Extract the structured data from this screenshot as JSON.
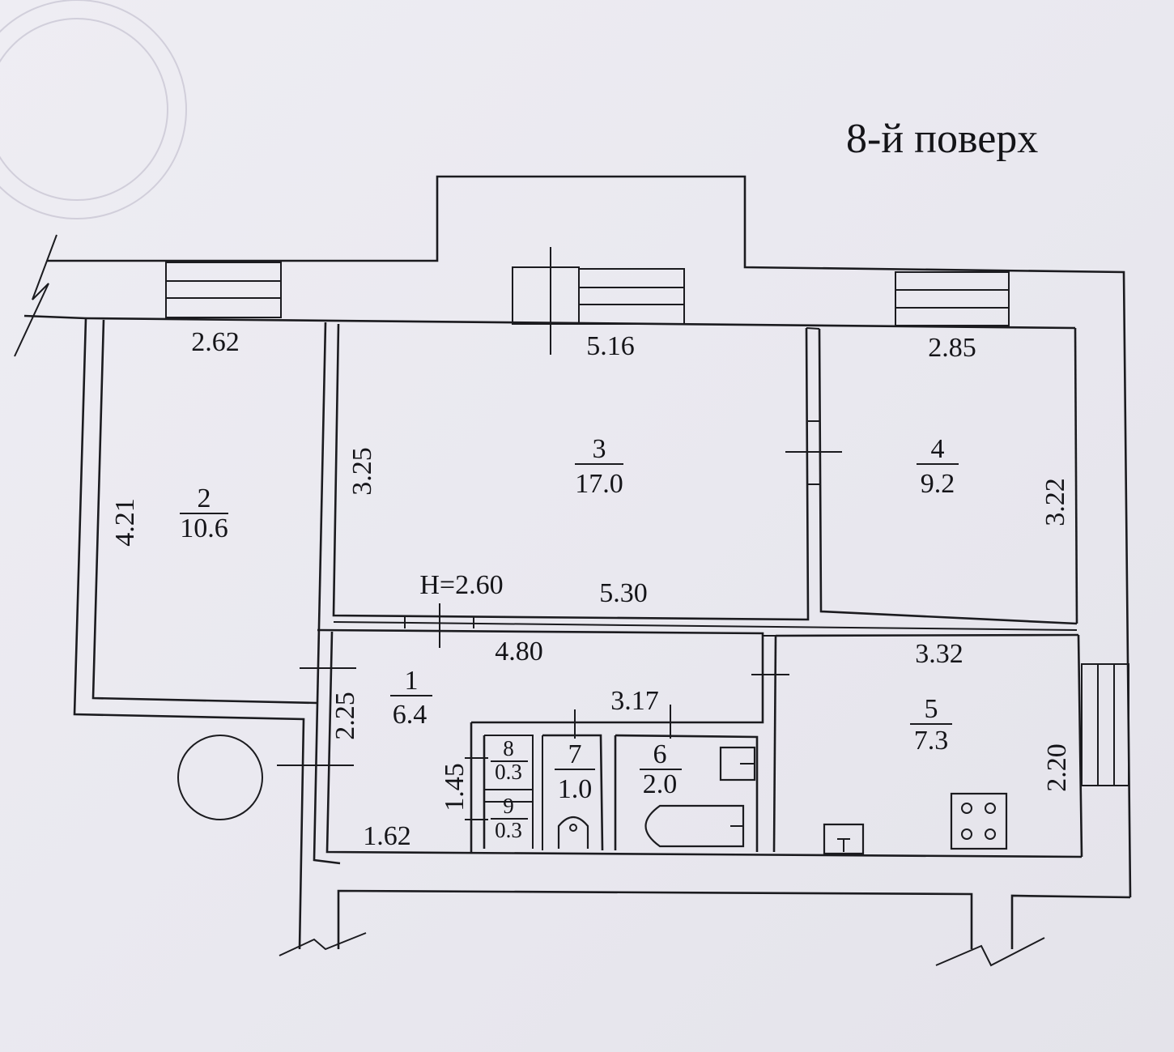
{
  "title": "8-й поверх",
  "rooms": [
    {
      "id": "1",
      "area": "6.4"
    },
    {
      "id": "2",
      "area": "10.6"
    },
    {
      "id": "3",
      "area": "17.0"
    },
    {
      "id": "4",
      "area": "9.2"
    },
    {
      "id": "5",
      "area": "7.3"
    },
    {
      "id": "6",
      "area": "2.0"
    },
    {
      "id": "7",
      "area": "1.0"
    },
    {
      "id": "8",
      "area": "0.3"
    },
    {
      "id": "9",
      "area": "0.3"
    }
  ],
  "dimensions": {
    "room2_width": "2.62",
    "room2_height": "4.21",
    "room3_top": "5.16",
    "room3_side": "3.25",
    "room3_bottom": "5.30",
    "ceiling_height": "H=2.60",
    "room4_width": "2.85",
    "room4_height": "3.22",
    "hall_length": "4.80",
    "hall_width": "2.25",
    "hall_bottom": "1.62",
    "wc_block": "3.17",
    "closets_height": "1.45",
    "kitchen_width": "3.32",
    "kitchen_height": "2.20"
  }
}
